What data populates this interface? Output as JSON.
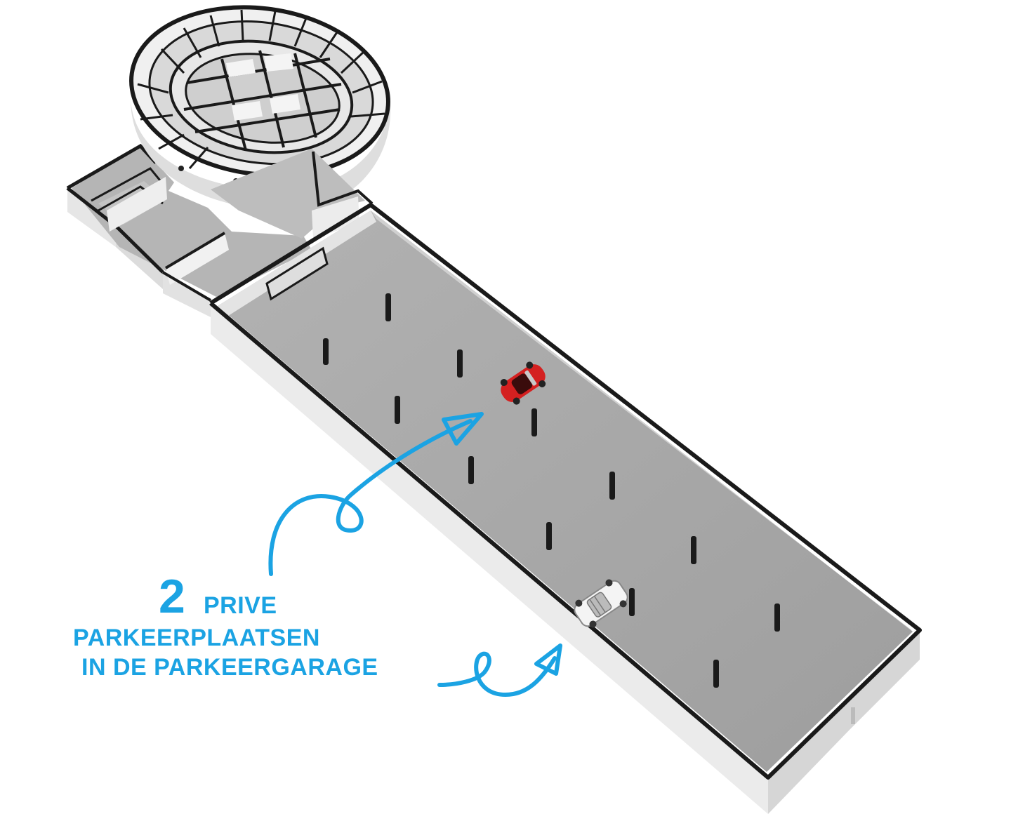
{
  "annotation": {
    "count": "2",
    "line1": "PRIVE",
    "line2": "PARKEERPLAATSEN",
    "line3": "IN DE PARKEERGARAGE"
  },
  "colors": {
    "accent": "#1ba3e3",
    "floor": "#a6a6a6",
    "wall_top": "#1a1a1a",
    "wall_side": "#e8e8e8",
    "car_red": "#d42020",
    "car_white": "#f2f2f2"
  },
  "icons": {
    "car_red": "red-convertible-car",
    "car_white": "white-convertible-car",
    "arrow": "hand-drawn-arrow"
  }
}
